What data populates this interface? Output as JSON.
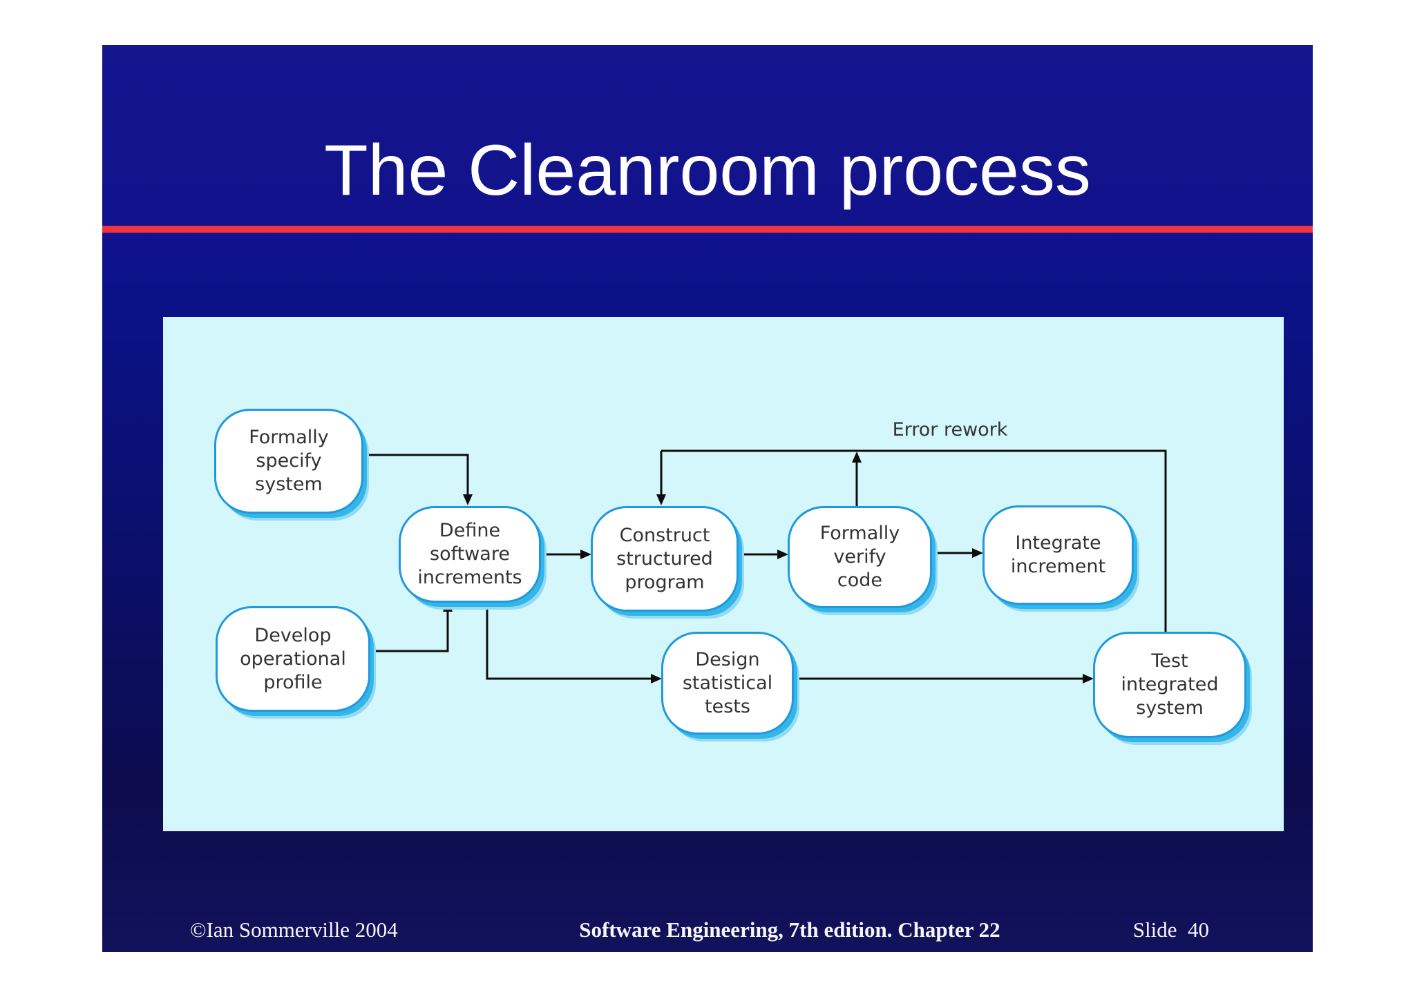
{
  "slide": {
    "title": "The Cleanroom process",
    "footer": {
      "left": "©Ian Sommerville 2004",
      "center": "Software Engineering, 7th edition. Chapter 22",
      "right": "Slide  40"
    }
  },
  "diagram": {
    "annotation": "Error rework",
    "nodes": [
      {
        "id": "formally-specify",
        "label": "Formally\nspecify\nsystem"
      },
      {
        "id": "develop-profile",
        "label": "Develop\noperational\nprofile"
      },
      {
        "id": "define-increments",
        "label": "Define\nsoftware\nincrements"
      },
      {
        "id": "construct-program",
        "label": "Construct\nstructured\nprogram"
      },
      {
        "id": "verify-code",
        "label": "Formally\nverify\ncode"
      },
      {
        "id": "integrate-increment",
        "label": "Integrate\nincrement"
      },
      {
        "id": "design-tests",
        "label": "Design\nstatistical\ntests"
      },
      {
        "id": "test-system",
        "label": "Test\nintegrated\nsystem"
      }
    ],
    "edges": [
      {
        "from": "formally-specify",
        "to": "define-increments"
      },
      {
        "from": "develop-profile",
        "to": "define-increments"
      },
      {
        "from": "define-increments",
        "to": "construct-program"
      },
      {
        "from": "construct-program",
        "to": "verify-code"
      },
      {
        "from": "verify-code",
        "to": "integrate-increment"
      },
      {
        "from": "define-increments",
        "to": "design-tests"
      },
      {
        "from": "design-tests",
        "to": "test-system"
      },
      {
        "from": "verify-code",
        "to": "error-rework-line"
      },
      {
        "from": "test-system",
        "to": "error-rework-line"
      },
      {
        "from": "error-rework-line",
        "to": "construct-program",
        "label": "Error rework"
      }
    ]
  },
  "colors": {
    "accent_red": "#f4323e",
    "slide_blue_top": "#15158e",
    "slide_blue_bottom": "#12125c",
    "panel_background": "#d4f7fb",
    "node_border": "#2098dd",
    "node_shadow": "#35b6e9",
    "connector": "#0d0d0d"
  }
}
